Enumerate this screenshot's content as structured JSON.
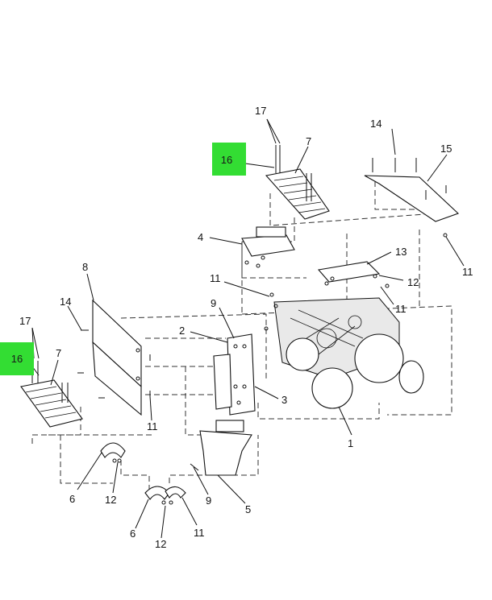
{
  "highlight_color": "#33dd33",
  "callouts": {
    "c1": "1",
    "c2": "2",
    "c3": "3",
    "c4": "4",
    "c5": "5",
    "c6a": "6",
    "c6b": "6",
    "c7a": "7",
    "c7b": "7",
    "c8": "8",
    "c9a": "9",
    "c9b": "9",
    "c11a": "11",
    "c11b": "11",
    "c11c": "11",
    "c11d": "11",
    "c11e": "11",
    "c12a": "12",
    "c12b": "12",
    "c12c": "12",
    "c13": "13",
    "c14a": "14",
    "c14b": "14",
    "c15": "15",
    "c16a": "16",
    "c16b": "16",
    "c17a": "17",
    "c17b": "17"
  }
}
